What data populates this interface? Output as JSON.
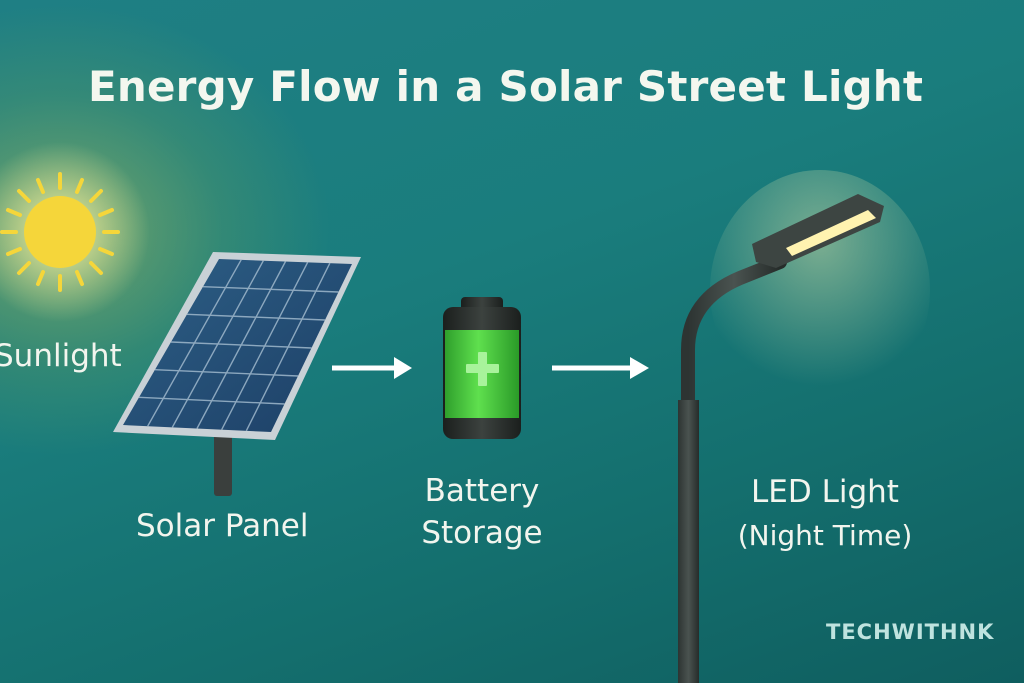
{
  "title": "Energy Flow in a Solar Street Light",
  "nodes": {
    "sunlight": "Sunlight",
    "solar_panel": "Solar Panel",
    "battery_line1": "Battery",
    "battery_line2": "Storage",
    "led_line1": "LED Light",
    "led_line2": "(Night Time)"
  },
  "watermark": "TECHWITHNK",
  "icons": [
    "sun-icon",
    "solar-panel-icon",
    "battery-icon",
    "street-light-icon",
    "arrow-right-icon"
  ],
  "colors": {
    "background": "#17777a",
    "sun": "#f5d63a",
    "battery": "#3ec83a",
    "lamp_glow": "#fff3b0"
  }
}
